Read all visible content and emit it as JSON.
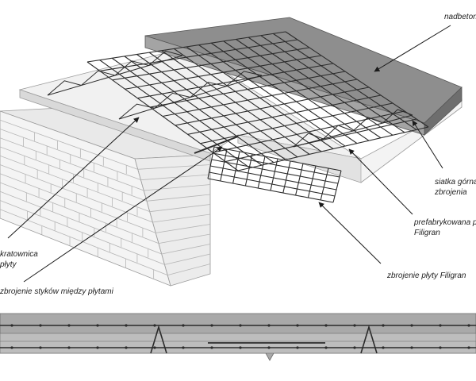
{
  "labels": {
    "topping": "nadbeton",
    "upper_mesh_line1": "siatka górna",
    "upper_mesh_line2": "zbrojenia",
    "precast_slab_line1": "prefabrykowana płyta",
    "precast_slab_line2": "Filigran",
    "slab_reinforcement": "zbrojenie płyty Filigran",
    "lattice_girder_line1": "kratownica",
    "lattice_girder_line2": "płyty",
    "joint_reinforcement": "zbrojenie styków między płytami"
  },
  "colors": {
    "concrete_top": "#8e8e8e",
    "concrete_side": "#bdbdbd",
    "slab_top": "#f1f1f1",
    "slab_edge": "#d9d9d9",
    "brick": "#f4f4f4",
    "mortar": "#b5b5b5",
    "steel": "#2b2b2b",
    "text": "#222222"
  }
}
